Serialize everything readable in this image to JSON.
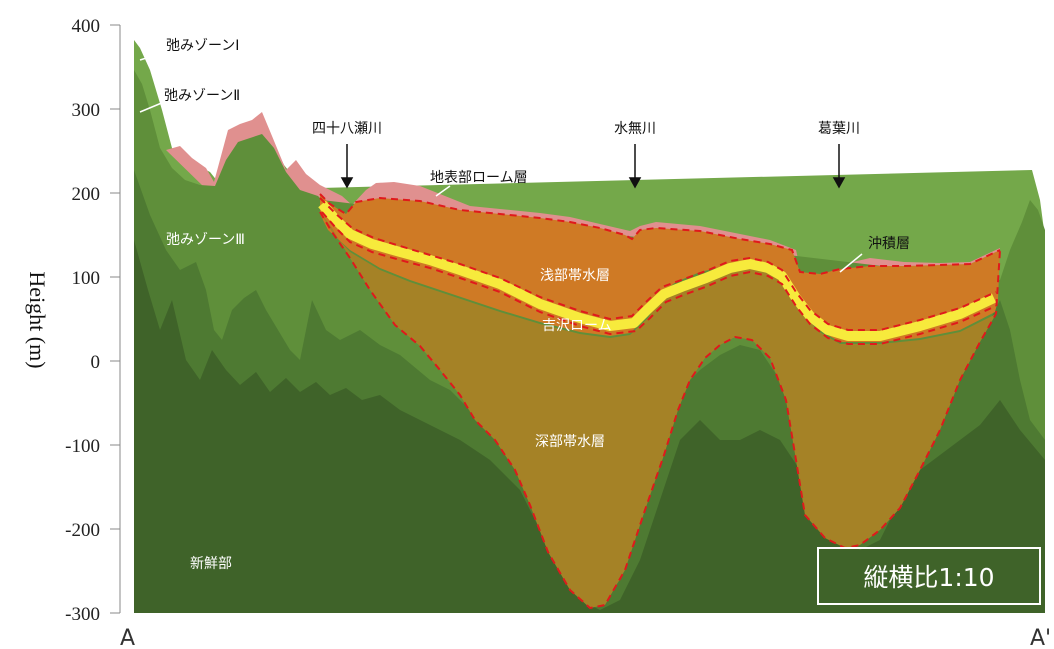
{
  "axis": {
    "y_label": "Height (m)",
    "y_ticks": [
      "400",
      "300",
      "200",
      "100",
      "0",
      "-100",
      "-200",
      "-300"
    ],
    "end_left": "A",
    "end_right": "A'"
  },
  "rivers": [
    "四十八瀬川",
    "水無川",
    "葛葉川"
  ],
  "labels": {
    "zone1": "弛みゾーンⅠ",
    "zone2": "弛みゾーンⅡ",
    "zone3": "弛みゾーンⅢ",
    "fresh": "新鮮部",
    "loam_surface": "地表部ローム層",
    "shallow_aquifer": "浅部帯水層",
    "kichizawa_loam": "吉沢ローム",
    "deep_aquifer": "深部帯水層",
    "alluvium": "沖積層"
  },
  "scale_note": "縦横比1:10",
  "colors": {
    "zone1": "#74a84a",
    "zone2": "#5f8f3a",
    "zone3": "#4e7a32",
    "fresh": "#3f6329",
    "loam": "#e0908f",
    "shallow": "#cf7a25",
    "deep": "#a58226",
    "kichizawa": "#f7ea3c",
    "boundary": "#e0191c"
  }
}
